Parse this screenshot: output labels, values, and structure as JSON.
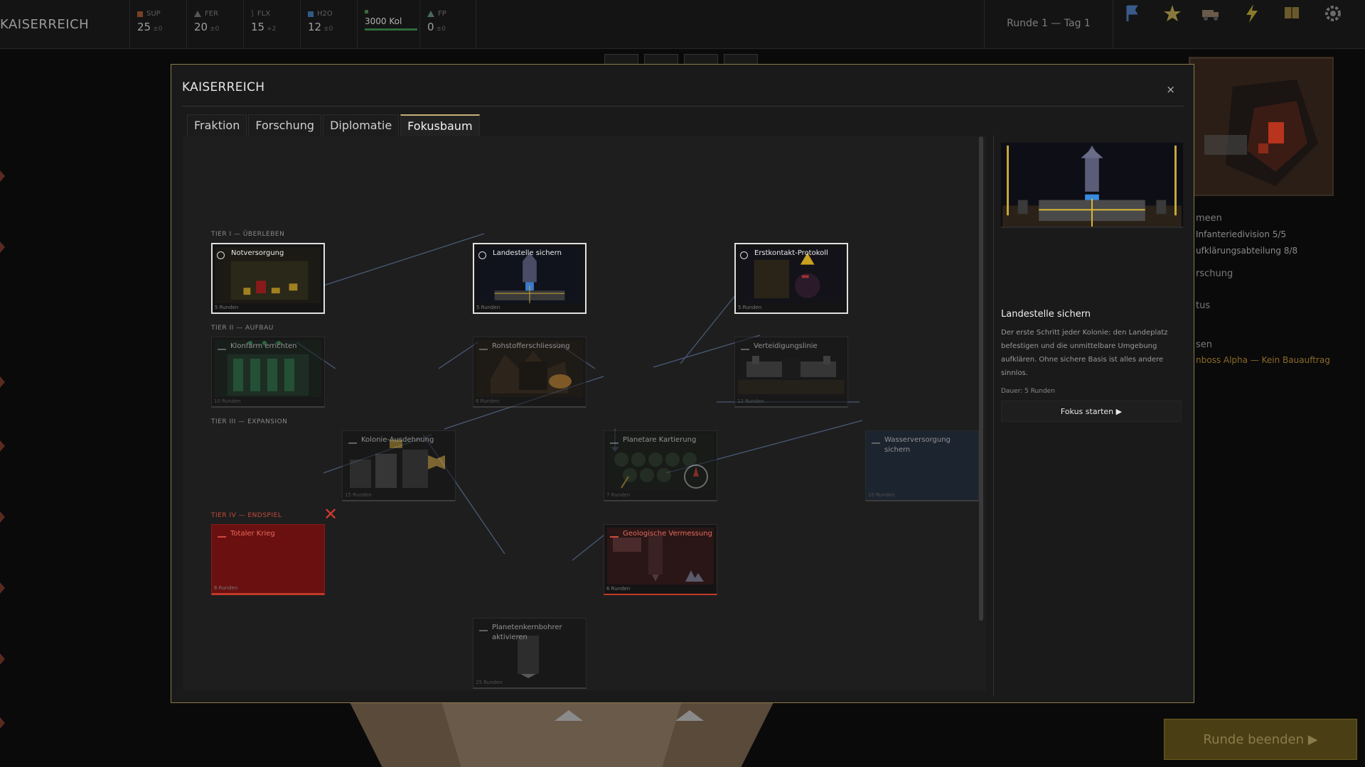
{
  "app": {
    "title": "KAISERREICH"
  },
  "resources": [
    {
      "code": "SUP",
      "value": "25",
      "delta": "±0",
      "color": "#8a4a2a"
    },
    {
      "code": "FER",
      "value": "20",
      "delta": "±0",
      "color": "#5a5a5a"
    },
    {
      "code": "FLX",
      "value": "15",
      "delta": "+2",
      "color": "#4a4a4a"
    },
    {
      "code": "H2O",
      "value": "12",
      "delta": "±0",
      "color": "#3a6a9a"
    },
    {
      "code": "Kol",
      "value": "3000 Kol",
      "delta": "",
      "color": "#3a7a3a"
    },
    {
      "code": "FP",
      "value": "0",
      "delta": "±0",
      "color": "#3a6a4a"
    }
  ],
  "round_label": "Runde 1 — Tag 1",
  "top_icons": [
    "flag-icon",
    "star-icon",
    "truck-icon",
    "lightning-icon",
    "book-icon",
    "gear-icon"
  ],
  "modal": {
    "title": "KAISERREICH",
    "close": "×",
    "tabs": [
      {
        "label": "Fraktion"
      },
      {
        "label": "Forschung"
      },
      {
        "label": "Diplomatie"
      },
      {
        "label": "Fokusbaum",
        "active": true
      }
    ]
  },
  "tiers": {
    "t1": "TIER I — ÜBERLEBEN",
    "t2": "TIER II — AUFBAU",
    "t3": "TIER III — EXPANSION",
    "t4": "TIER IV — ENDSPIEL"
  },
  "nodes": {
    "notversorgung": {
      "title": "Notversorgung",
      "duration": "5 Runden"
    },
    "landestelle": {
      "title": "Landestelle sichern",
      "duration": "5 Runden"
    },
    "erstkontakt": {
      "title": "Erstkontakt-Protokoll",
      "duration": "5 Runden"
    },
    "klonfarm": {
      "title": "Klonfarm errichten",
      "duration": "10 Runden"
    },
    "rohstoff": {
      "title": "Rohstofferschliessung",
      "duration": "8 Runden"
    },
    "verteidigung": {
      "title": "Verteidigungslinie",
      "duration": "12 Runden"
    },
    "kolonie": {
      "title": "Kolonie-Ausdehnung",
      "duration": "15 Runden"
    },
    "kartierung": {
      "title": "Planetare Kartierung",
      "duration": "7 Runden"
    },
    "wasser": {
      "title": "Wasserversorgung sichern",
      "duration": "10 Runden"
    },
    "krieg": {
      "title": "Totaler Krieg",
      "duration": "6 Runden"
    },
    "geologie": {
      "title": "Geologische Vermessung",
      "duration": "6 Runden"
    },
    "bohrer": {
      "title": "Planetenkernbohrer aktivieren",
      "duration": "25 Runden"
    }
  },
  "detail": {
    "title": "Landestelle sichern",
    "description": "Der erste Schritt jeder Kolonie: den Landeplatz befestigen und die unmittelbare Umgebung aufklären. Ohne sichere Basis ist alles andere sinnlos.",
    "duration": "Dauer: 5 Runden",
    "start_label": "Fokus starten ▶"
  },
  "side_panel": {
    "armies": "meen",
    "unit1": "Infanteriedivision 5/5",
    "unit2": "ufklärungsabteilung 8/8",
    "research": "rschung",
    "status": "tus",
    "bases": "sen",
    "base1": "nboss Alpha — Kein Bauauftrag"
  },
  "end_turn": "Runde beenden ▶",
  "colors": {
    "accent": "#c9b078",
    "danger": "#c23a2a",
    "connector": "#4a5a78"
  }
}
